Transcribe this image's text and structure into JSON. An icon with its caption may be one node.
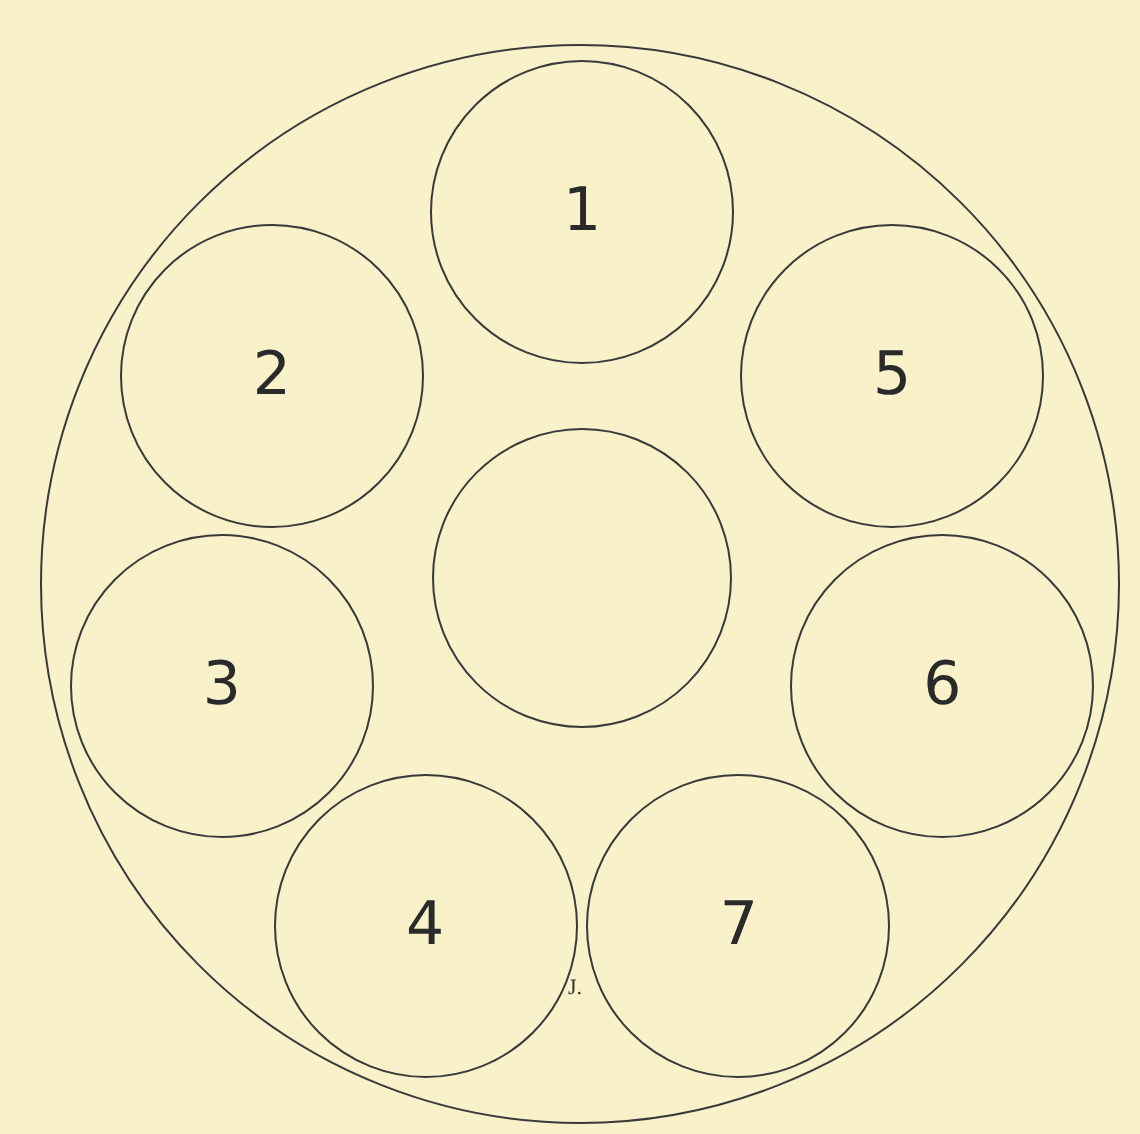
{
  "diagram": {
    "nodes": [
      {
        "text": [],
        "shape": "circle"
      },
      {
        "text": [
          "1"
        ],
        "in": 0
      },
      {
        "text": [
          "2"
        ],
        "in": 0
      },
      {
        "text": [
          "5"
        ],
        "in": 0
      },
      {
        "text": [],
        "shape": "circle",
        "in": 0
      },
      {
        "text": [
          "3"
        ],
        "in": 0
      },
      {
        "text": [
          "6"
        ],
        "in": 0
      },
      {
        "text": [
          "4"
        ],
        "in": 0
      },
      {
        "text": [
          "7"
        ],
        "in": 0
      }
    ],
    "labels": [
      "J."
    ]
  }
}
